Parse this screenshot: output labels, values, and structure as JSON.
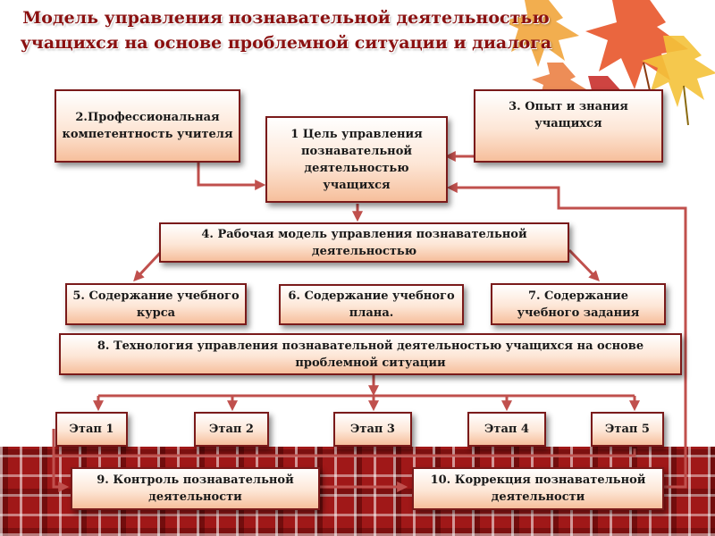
{
  "title": "Модель управления познавательной деятельностью учащихся на основе проблемной ситуации и диалога",
  "nodes": {
    "goal": "1 Цель управления познавательной деятельностью учащихся",
    "competence": "2.Профессиональная компетентность учителя",
    "experience": "3. Опыт и знания учащихся",
    "working_model": "4. Рабочая модель управления познавательной деятельностью",
    "course_content": "5. Содержание учебного курса",
    "plan_content": "6. Содержание учебного плана.",
    "task_content": "7. Содержание учебного задания",
    "technology": "8. Технология управления познавательной деятельностью учащихся на основе проблемной ситуации",
    "control": "9. Контроль познавательной деятельности",
    "correction": "10. Коррекция познавательной деятельности"
  },
  "stages": [
    "Этап 1",
    "Этап 2",
    "Этап 3",
    "Этап 4",
    "Этап 5"
  ],
  "colors": {
    "box_border": "#7a1a1a",
    "box_fill_top": "#ffffff",
    "box_fill_bottom": "#f6bf9c",
    "arrow": "#c0504d",
    "title": "#8a1010",
    "plaid": "#a01818"
  }
}
